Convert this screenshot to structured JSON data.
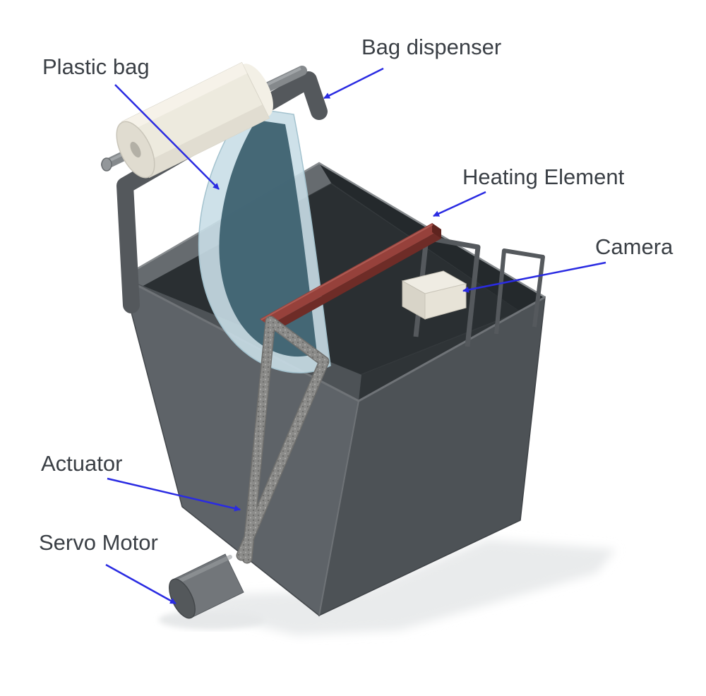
{
  "labels": {
    "plastic_bag": "Plastic bag",
    "bag_dispenser": "Bag dispenser",
    "heating_element": "Heating Element",
    "camera": "Camera",
    "actuator": "Actuator",
    "servo_motor": "Servo Motor"
  },
  "colors": {
    "annotation_arrow": "#2a2be2",
    "label_text": "#3a3f45",
    "bin_left_face": "#5e6368",
    "bin_right_face": "#4d5256",
    "bin_interior": "#34393c",
    "heating_element_top": "#96413b",
    "heating_element_side": "#6e2c27",
    "plastic_bag_outer": "#c9dee7",
    "plastic_bag_inner": "#3d6170",
    "bag_roll": "#edeade",
    "camera_top": "#efece3",
    "servo_body": "#72767a"
  }
}
